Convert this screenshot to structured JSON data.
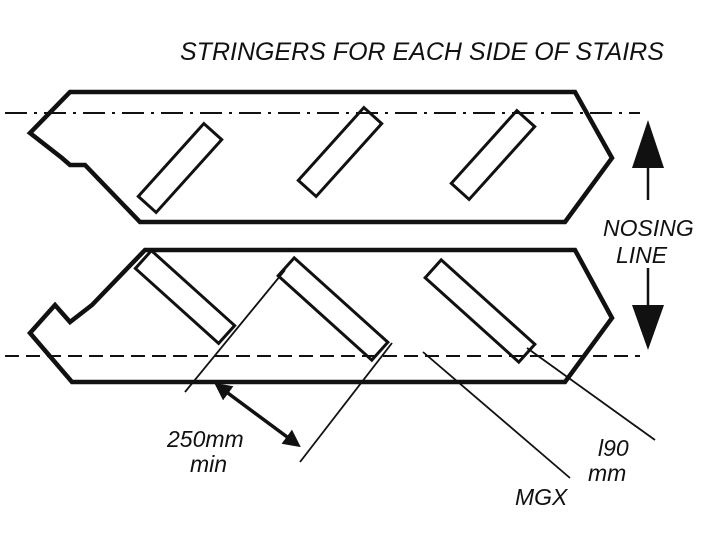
{
  "title": "STRINGERS FOR EACH SIDE OF STAIRS",
  "nosing_line": [
    "NOSING",
    "LINE"
  ],
  "spacing": [
    "250mm",
    "min"
  ],
  "depth": [
    "l90",
    "mm"
  ],
  "material": "MGX",
  "colors": {
    "ink": "#111111",
    "background": "#ffffff"
  }
}
